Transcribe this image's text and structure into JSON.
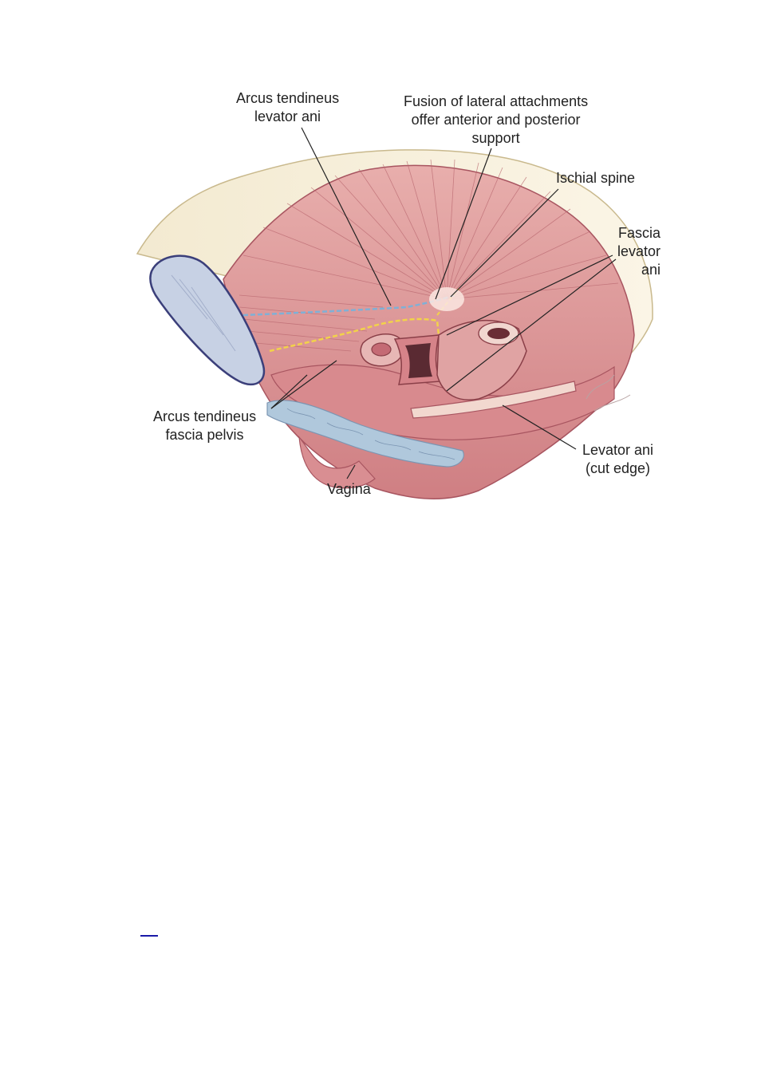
{
  "figure": {
    "labels": {
      "arcus_tendineus_levator_ani": "Arcus tendineus\nlevator ani",
      "fusion_lateral_attachments": "Fusion of lateral attachments\noffer anterior and posterior\nsupport",
      "ischial_spine": "Ischial spine",
      "fascia_levator_ani": "Fascia\nlevator\nani",
      "arcus_tendineus_fascia_pelvis": "Arcus tendineus\nfascia pelvis",
      "vagina": "Vagina",
      "levator_ani_cut_edge": "Levator ani\n(cut edge)"
    },
    "colors": {
      "muscle": "#e09a9a",
      "muscle_dark": "#b85a62",
      "bone": "#f4ecd6",
      "cartilage": "#c9d3e6",
      "vessel": "#a9c3d8",
      "arcus_blue_line": "#7fb0d6",
      "arcus_yellow_line": "#f2d24a"
    }
  },
  "footer": {
    "link_text": ""
  }
}
